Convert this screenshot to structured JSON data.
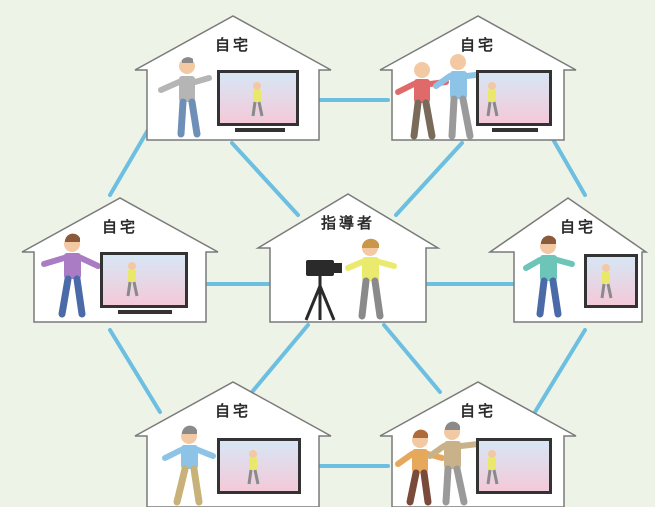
{
  "diagram": {
    "center_label": "指導者",
    "home_label": "自宅",
    "homes": [
      {
        "id": "top-left",
        "figures": 1
      },
      {
        "id": "top-right",
        "figures": 2
      },
      {
        "id": "mid-left",
        "figures": 1
      },
      {
        "id": "mid-right",
        "figures": 1
      },
      {
        "id": "bottom-left",
        "figures": 1
      },
      {
        "id": "bottom-right",
        "figures": 2
      }
    ],
    "colors": {
      "background": "#edf3e6",
      "connector": "#6cbfe0",
      "house_outline": "#7a7a7a",
      "house_fill": "#ffffff"
    }
  }
}
